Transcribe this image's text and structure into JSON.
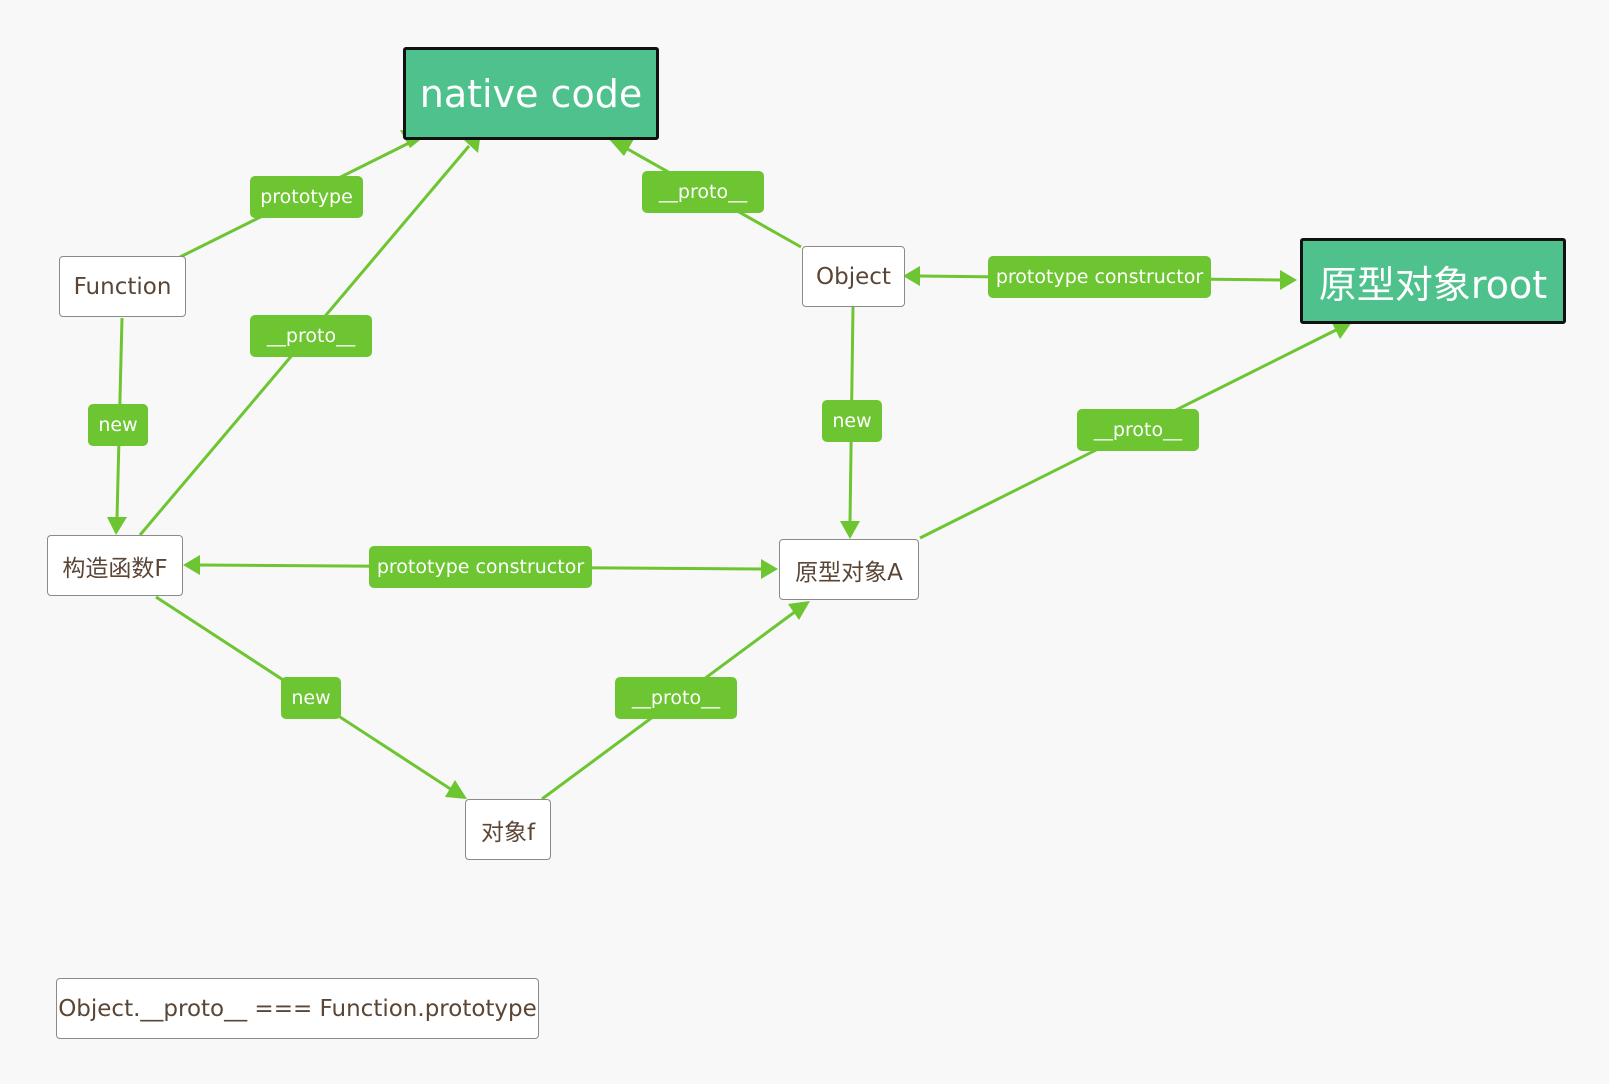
{
  "nodes": {
    "native_code": "native code",
    "root": "原型对象root",
    "function": "Function",
    "object": "Object",
    "constructor_f": "构造函数F",
    "prototype_a": "原型对象A",
    "object_f": "对象f",
    "note": "Object.__proto__ === Function.prototype"
  },
  "edges": {
    "function_prototype": "prototype",
    "object_proto": "__proto__",
    "function_new": "new",
    "constructor_proto": "__proto__",
    "object_root": "prototype constructor",
    "object_new": "new",
    "a_proto": "__proto__",
    "f_a": "prototype constructor",
    "f_new": "new",
    "objf_proto": "__proto__"
  },
  "colors": {
    "edge": "#6cc531",
    "root_fill": "#4ec18c",
    "node_text": "#5b4636"
  }
}
